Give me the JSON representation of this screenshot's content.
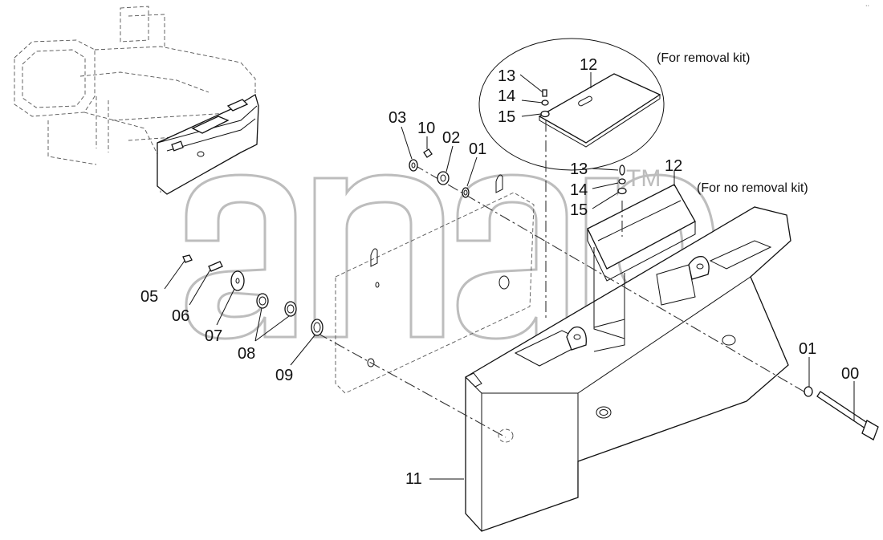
{
  "watermark": {
    "trademark": "TM",
    "color": "#bcbcbc"
  },
  "notes": {
    "removal_kit": "(For removal kit)",
    "no_removal_kit": "(For no removal kit)"
  },
  "callouts": {
    "p00": "00",
    "p01a": "01",
    "p01b": "01",
    "p02": "02",
    "p03": "03",
    "p05": "05",
    "p06": "06",
    "p07": "07",
    "p08": "08",
    "p09": "09",
    "p10": "10",
    "p11": "11",
    "p12a": "12",
    "p12b": "12",
    "p13a": "13",
    "p13b": "13",
    "p14a": "14",
    "p14b": "14",
    "p15a": "15",
    "p15b": "15"
  },
  "top_right_mark": "··"
}
